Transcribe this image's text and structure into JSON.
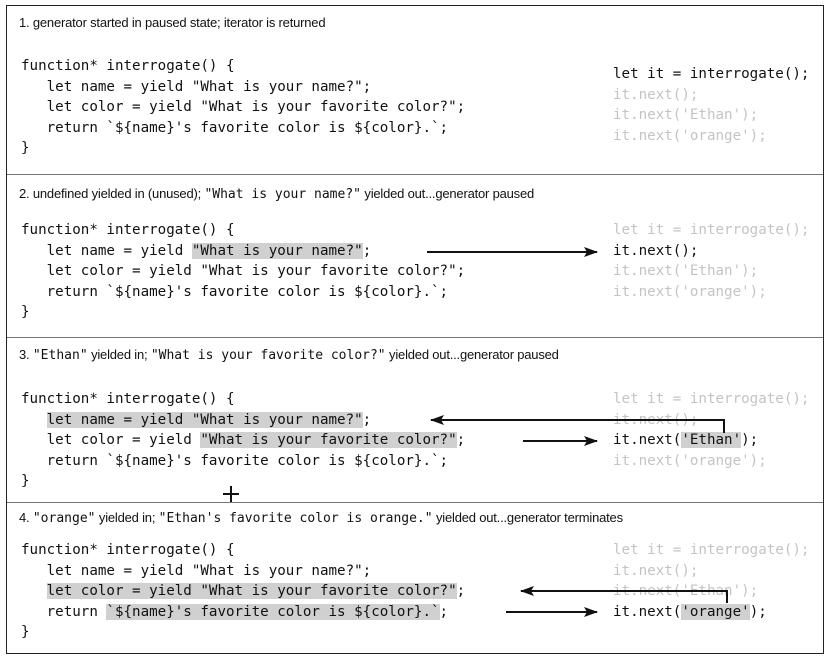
{
  "steps": [
    {
      "caption_parts": [
        {
          "text": "1. generator started in paused state; iterator is returned",
          "mono": false
        }
      ],
      "code": [
        [
          {
            "t": "function* interrogate() {"
          }
        ],
        [
          {
            "t": "   let name = yield \"What is your name?\";"
          }
        ],
        [
          {
            "t": "   let color = yield \"What is your favorite color?\";"
          }
        ],
        [
          {
            "t": "   return `${name}'s favorite color is ${color}.`;"
          }
        ],
        [
          {
            "t": "}"
          }
        ]
      ],
      "calls": [
        "let it = interrogate();",
        "it.next();",
        "it.next('Ethan');",
        "it.next('orange');"
      ],
      "active_call": 0
    },
    {
      "caption_parts": [
        {
          "text": "2. undefined yielded in (unused); ",
          "mono": false
        },
        {
          "text": "\"What is your name?\"",
          "mono": true
        },
        {
          "text": " yielded out...generator paused",
          "mono": false
        }
      ],
      "code": [
        [
          {
            "t": "function* interrogate() {"
          }
        ],
        [
          {
            "t": "   let name = yield "
          },
          {
            "t": "\"What is your name?\"",
            "hl": true
          },
          {
            "t": ";"
          }
        ],
        [
          {
            "t": "   let color = yield \"What is your favorite color?\";"
          }
        ],
        [
          {
            "t": "   return `${name}'s favorite color is ${color}.`;"
          }
        ],
        [
          {
            "t": "}"
          }
        ]
      ],
      "calls": [
        "let it = interrogate();",
        "it.next();",
        "it.next('Ethan');",
        "it.next('orange');"
      ],
      "active_call": 1
    },
    {
      "caption_parts": [
        {
          "text": "3. ",
          "mono": false
        },
        {
          "text": "\"Ethan\"",
          "mono": true
        },
        {
          "text": " yielded in; ",
          "mono": false
        },
        {
          "text": "\"What is your favorite color?\"",
          "mono": true
        },
        {
          "text": " yielded out...generator paused",
          "mono": false
        }
      ],
      "code": [
        [
          {
            "t": "function* interrogate() {"
          }
        ],
        [
          {
            "t": "   "
          },
          {
            "t": "let name = yield \"What is your name?\"",
            "hl": true
          },
          {
            "t": ";"
          }
        ],
        [
          {
            "t": "   let color = yield "
          },
          {
            "t": "\"What is your favorite color?\"",
            "hl": true
          },
          {
            "t": ";"
          }
        ],
        [
          {
            "t": "   return `${name}'s favorite color is ${color}.`;"
          }
        ],
        [
          {
            "t": "}"
          }
        ]
      ],
      "calls": [
        "let it = interrogate();",
        "it.next();",
        "it.next('Ethan');",
        "it.next('orange');"
      ],
      "active_call": 2,
      "active_call_parts": [
        {
          "t": "it.next("
        },
        {
          "t": "'Ethan'",
          "hl": true
        },
        {
          "t": ");"
        }
      ]
    },
    {
      "caption_parts": [
        {
          "text": "4. ",
          "mono": false
        },
        {
          "text": "\"orange\"",
          "mono": true
        },
        {
          "text": " yielded in; ",
          "mono": false
        },
        {
          "text": "\"Ethan's favorite color is orange.\"",
          "mono": true
        },
        {
          "text": " yielded out...generator terminates",
          "mono": false
        }
      ],
      "code": [
        [
          {
            "t": "function* interrogate() {"
          }
        ],
        [
          {
            "t": "   let name = yield \"What is your name?\";"
          }
        ],
        [
          {
            "t": "   "
          },
          {
            "t": "let color = yield \"What is your favorite color?\"",
            "hl": true
          },
          {
            "t": ";"
          }
        ],
        [
          {
            "t": "   return "
          },
          {
            "t": "`${name}'s favorite color is ${color}.`",
            "hl": true
          },
          {
            "t": ";"
          }
        ],
        [
          {
            "t": "}"
          }
        ]
      ],
      "calls": [
        "let it = interrogate();",
        "it.next();",
        "it.next('Ethan');",
        "it.next('orange');"
      ],
      "active_call": 3,
      "active_call_parts": [
        {
          "t": "it.next("
        },
        {
          "t": "'orange'",
          "hl": true
        },
        {
          "t": ");"
        }
      ]
    }
  ]
}
